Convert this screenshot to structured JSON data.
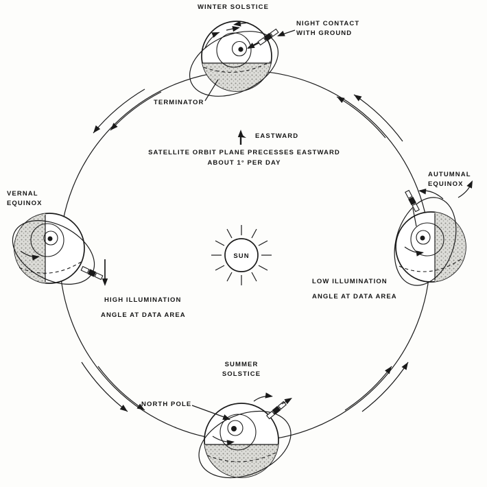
{
  "meta": {
    "description": "Sun-synchronous satellite orbit seasonal geometry diagram"
  },
  "sun": {
    "label": "SUN"
  },
  "precession": {
    "eastward_label": "EASTWARD",
    "line1": "SATELLITE ORBIT PLANE PRECESSES EASTWARD",
    "line2": "ABOUT 1° PER DAY"
  },
  "winter": {
    "title": "WINTER SOLSTICE",
    "night_contact_1": "NIGHT CONTACT",
    "night_contact_2": "WITH GROUND",
    "terminator": "TERMINATOR"
  },
  "vernal": {
    "title_1": "VERNAL",
    "title_2": "EQUINOX",
    "annotation_1": "HIGH ILLUMINATION",
    "annotation_2": "ANGLE AT DATA AREA"
  },
  "autumnal": {
    "title_1": "AUTUMNAL",
    "title_2": "EQUINOX",
    "annotation_1": "LOW ILLUMINATION",
    "annotation_2": "ANGLE AT DATA AREA"
  },
  "summer": {
    "title_1": "SUMMER",
    "title_2": "SOLSTICE",
    "north_pole": "NORTH POLE"
  },
  "colors": {
    "ink": "#1a1a1a",
    "shade": "#dcdcd8",
    "background": "#fdfdfb"
  }
}
